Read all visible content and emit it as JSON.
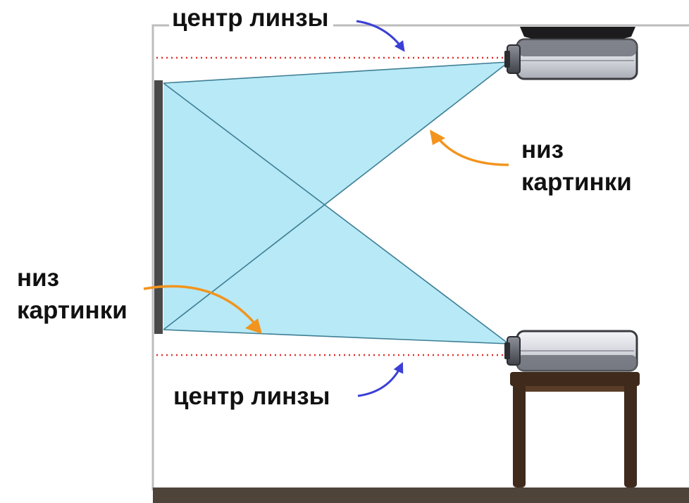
{
  "labels": {
    "lens_center_top": "центр линзы",
    "lens_center_bottom": "центр линзы",
    "image_bottom_right": [
      "низ",
      "картинки"
    ],
    "image_bottom_left": [
      "низ",
      "картинки"
    ]
  },
  "colors": {
    "wall": "#bdbdbd",
    "floor": "#4e4439",
    "screen": "#4a4a4a",
    "beam_fill": "#b3e8f5",
    "beam_line": "#3f7f95",
    "guide_line": "#e0312b",
    "arrow_blue": "#3b3fd6",
    "arrow_orange": "#f2941e",
    "table": "#3f2a1c",
    "projector_body": "#d9dadf",
    "projector_dark": "#1c1c1e"
  }
}
